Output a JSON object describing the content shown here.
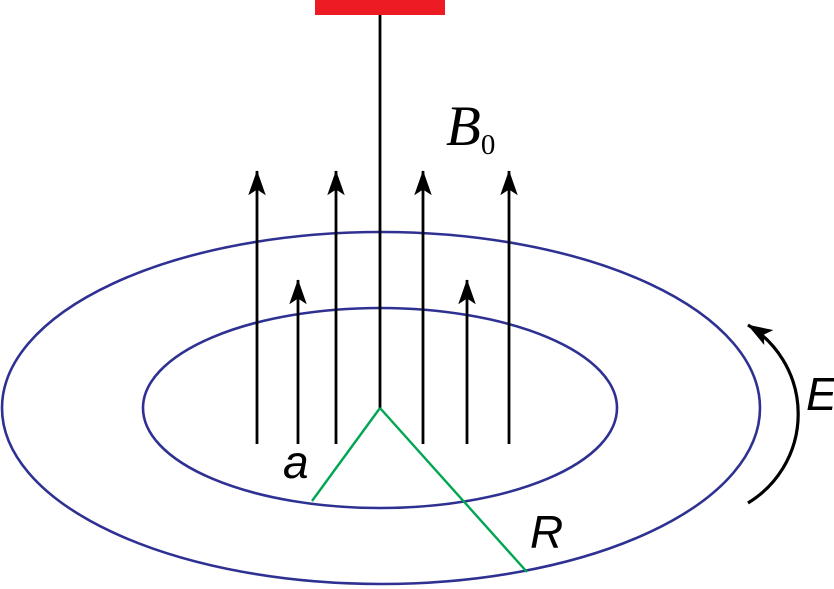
{
  "diagram": {
    "kind": "electromagnetic-induction-figure",
    "labels": {
      "magnetic_field": {
        "base": "B",
        "subscript": "0"
      },
      "inner_radius": "a",
      "outer_radius": "R",
      "electric_field": "E"
    },
    "colors": {
      "background": "#FFFFFF",
      "support_bar_red": "#ED1C24",
      "loop_blue": "#2E3192",
      "radius_green": "#00A651",
      "ink_black": "#000000"
    }
  }
}
